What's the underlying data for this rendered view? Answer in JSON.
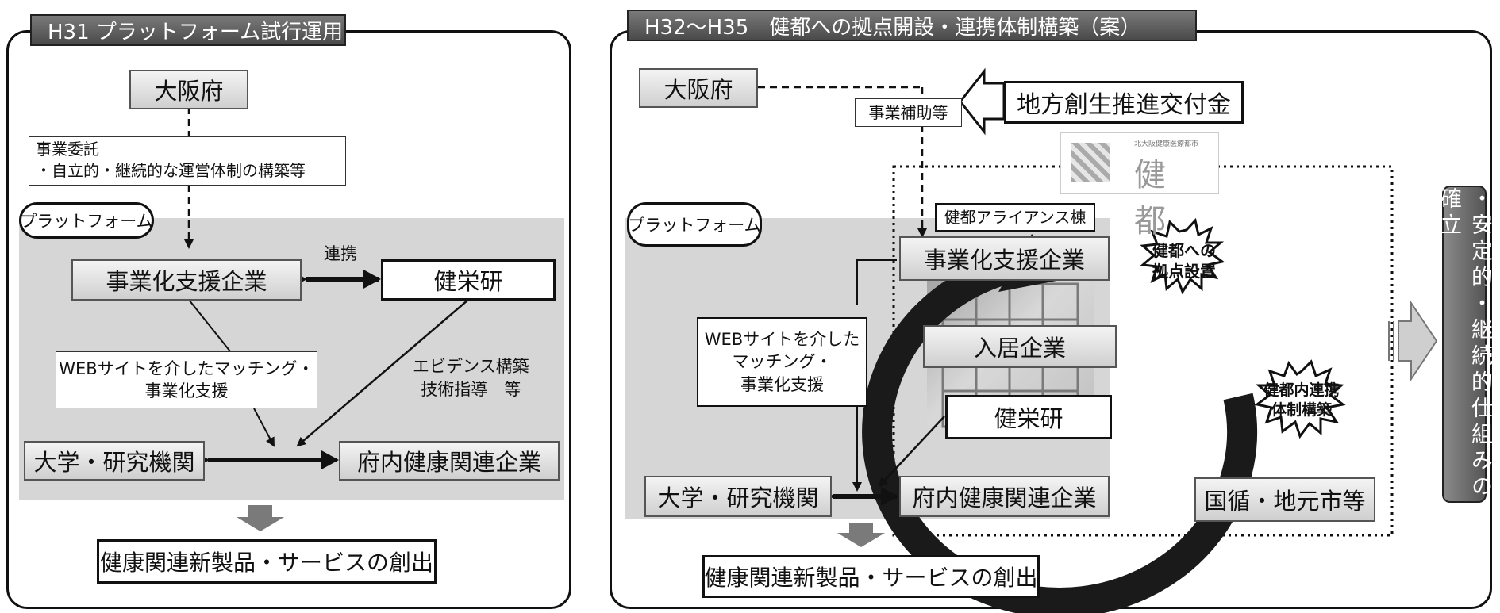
{
  "left": {
    "title": "H31 プラットフォーム試行運用",
    "osaka": "大阪府",
    "commission": {
      "line1": "事業委託",
      "line2": "・自立的・継続的な運営体制の構築等"
    },
    "platform": "プラットフォーム",
    "support_company": "事業化支援企業",
    "link_label": "連携",
    "kenei": "健栄研",
    "web_support": {
      "line1": "WEBサイトを介したマッチング・",
      "line2": "事業化支援"
    },
    "evidence": {
      "line1": "エビデンス構築",
      "line2": "技術指導　等"
    },
    "university": "大学・研究機関",
    "local_companies": "府内健康関連企業",
    "output": "健康関連新製品・サービスの創出"
  },
  "right": {
    "title": "H32～H35　健都への拠点開設・連携体制構築（案）",
    "osaka": "大阪府",
    "subsidy": "事業補助等",
    "grant": "地方創生推進交付金",
    "logo": {
      "small": "北大阪健康医療都市",
      "big": "健 都"
    },
    "alliance": "健都アライアンス棟",
    "platform": "プラットフォーム",
    "support_company": "事業化支援企業",
    "burst1": {
      "line1": "健都への",
      "line2": "拠点設置"
    },
    "web_support": {
      "line1": "WEBサイトを介した",
      "line2": "マッチング・",
      "line3": "事業化支援"
    },
    "tenants": "入居企業",
    "kenei": "健栄研",
    "burst2": {
      "line1": "健都内連携",
      "line2": "体制構築"
    },
    "university": "大学・研究機関",
    "local_companies": "府内健康関連企業",
    "national": "国循・地元市等",
    "output": "健康関連新製品・サービスの創出",
    "result": "・安定的・継続的仕組みの確立"
  },
  "colors": {
    "grey_area": "#d6d6d6",
    "tab": "#555555",
    "ring": "#1a1a1a"
  }
}
